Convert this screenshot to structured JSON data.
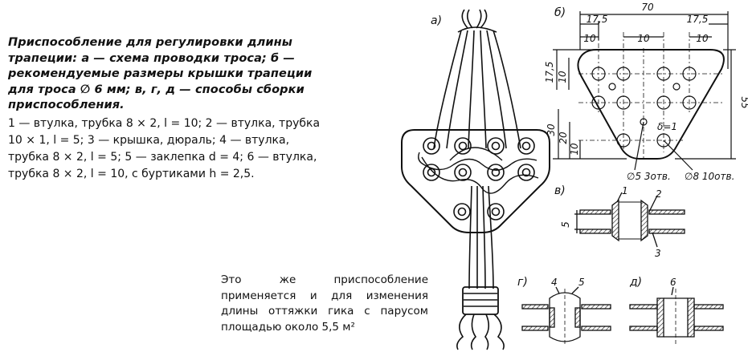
{
  "caption": {
    "title": "Приспособление для регулировки длины трапеции: а — схема проводки троса; б — рекомендуемые размеры крышки трапеции для троса ∅ 6 мм; в, г, д — способы сборки приспособления.",
    "legend": "1 — втулка, трубка 8 × 2, l = 10; 2 — втулка, трубка 10 × 1, l = 5; 3 — крышка, дюраль; 4 — втулка, трубка 8 × 2, l = 5; 5 — заклепка d = 4; 6 — втулка, трубка 8 × 2, l = 10, с буртиками h = 2,5."
  },
  "note": "Это же приспособление применяется и для изменения длины оттяжки гика с парусом площадью около 5,5 м²",
  "figure": {
    "a_label": "а)",
    "b_label": "б)",
    "v_label": "в)",
    "g_label": "г)",
    "d_label": "д)",
    "dims": {
      "overall_width": "70",
      "edge_top_left": "17,5",
      "edge_top_right": "17,5",
      "pitch_1": "10",
      "pitch_2": "10",
      "pitch_3": "10",
      "left_upper_outer": "17,5",
      "left_upper_inner": "10",
      "left_lower_outer": "30",
      "left_lower_mid": "20",
      "left_lower_inner": "10",
      "height": "55",
      "thickness": "δ=1",
      "small_holes": "∅5 3отв.",
      "large_holes": "∅8 10отв."
    },
    "parts": {
      "v_1": "1",
      "v_2": "2",
      "v_3": "3",
      "v_gap": "5",
      "g_4": "4",
      "g_5": "5",
      "d_6": "6"
    }
  }
}
